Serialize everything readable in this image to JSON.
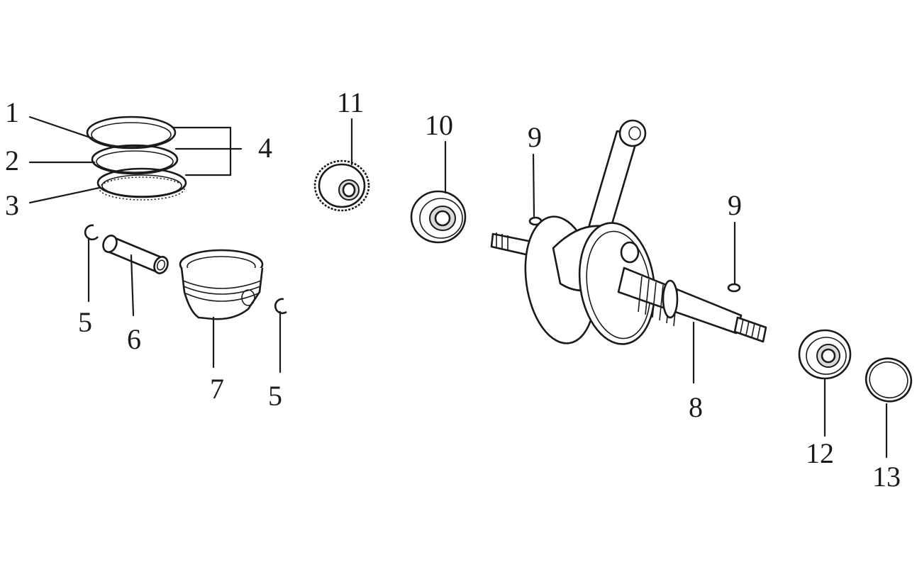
{
  "diagram": {
    "callouts": [
      {
        "id": "c1",
        "text": "1"
      },
      {
        "id": "c2",
        "text": "2"
      },
      {
        "id": "c3",
        "text": "3"
      },
      {
        "id": "c4",
        "text": "4"
      },
      {
        "id": "c5a",
        "text": "5"
      },
      {
        "id": "c6",
        "text": "6"
      },
      {
        "id": "c7",
        "text": "7"
      },
      {
        "id": "c5b",
        "text": "5"
      },
      {
        "id": "c11",
        "text": "11"
      },
      {
        "id": "c10",
        "text": "10"
      },
      {
        "id": "c9a",
        "text": "9"
      },
      {
        "id": "c9b",
        "text": "9"
      },
      {
        "id": "c8",
        "text": "8"
      },
      {
        "id": "c12",
        "text": "12"
      },
      {
        "id": "c13",
        "text": "13"
      }
    ],
    "colors": {
      "line": "#1a1a1a",
      "background": "#ffffff",
      "shade": "#d9d9d9"
    }
  }
}
